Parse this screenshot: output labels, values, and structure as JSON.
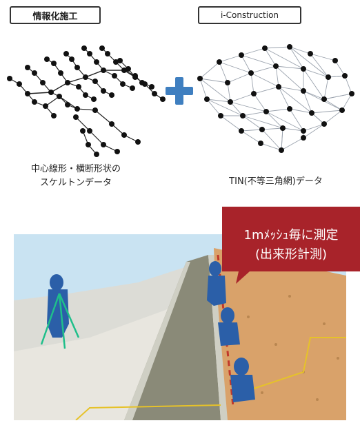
{
  "header": {
    "left_label": "情報化施工",
    "right_label": "i-Construction"
  },
  "captions": {
    "left_line1": "中心線形・横断形状の",
    "left_line2": "スケルトンデータ",
    "right": "TIN(不等三角網)データ"
  },
  "callout": {
    "line1": "1mﾒｯｼｭ毎に測定",
    "line2": "(出来形計測)"
  },
  "icons": {
    "plus": "plus-icon"
  },
  "colors": {
    "plus": "#3f7fc0",
    "callout": "#a8232a",
    "sky": "#c9e3f2",
    "road": "#8a8a78",
    "soil": "#d9a26a",
    "worker": "#2b5fa8",
    "tripod": "#1fbf8a",
    "boundary": "#e6c229"
  }
}
